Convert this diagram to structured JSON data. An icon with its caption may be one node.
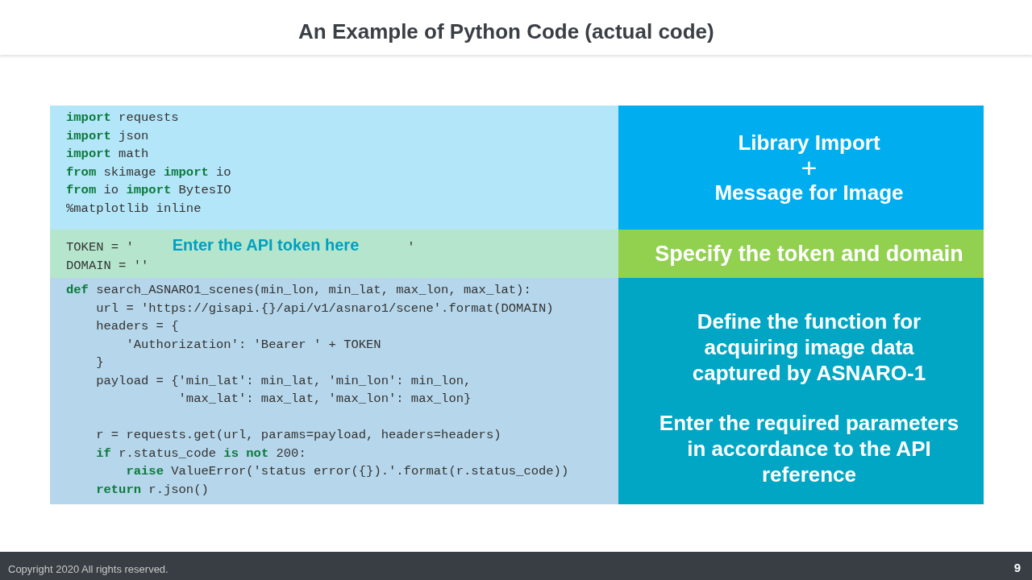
{
  "diagram": {
    "title": "An Example of Python Code (actual code)",
    "nodes": [
      {
        "text": [
          "**import** requests",
          "**import** json",
          "**import** math",
          "**from** skimage **import** io",
          "**from** io **import** BytesIO",
          "%matplotlib inline"
        ]
      },
      {
        "text": [
          "TOKEN = '",
          "Enter the API token here",
          "'",
          "DOMAIN = ''"
        ]
      },
      {
        "text": [
          "**def** search_ASNARO1_scenes(min_lon, min_lat, max_lon, max_lat):",
          "    url = 'https://gisapi.{}/api/v1/asnaro1/scene'.format(DOMAIN)",
          "    headers = {",
          "        'Authorization': 'Bearer ' + TOKEN",
          "    }",
          "    payload = {'min_lat': min_lat, 'min_lon': min_lon,",
          "               'max_lat': max_lat, 'max_lon': max_lon}",
          "    r = requests.get(url, params=payload, headers=headers)",
          "    **if** r.status_code **is** **not** 200:",
          "        **raise** ValueError('status error({}).'.format(r.status_code))",
          "    **return** r.json()"
        ]
      },
      {
        "text": [
          "Library Import",
          "+",
          "Message for Image"
        ]
      },
      {
        "text": [
          "Specify the token and domain"
        ]
      },
      {
        "text": [
          "Define the function for acquiring image data captured by ASNARO-1",
          "Enter the required parameters in accordance to the API reference"
        ]
      }
    ],
    "labels": [
      "Copyright 2020 All rights reserved.",
      "9"
    ]
  }
}
